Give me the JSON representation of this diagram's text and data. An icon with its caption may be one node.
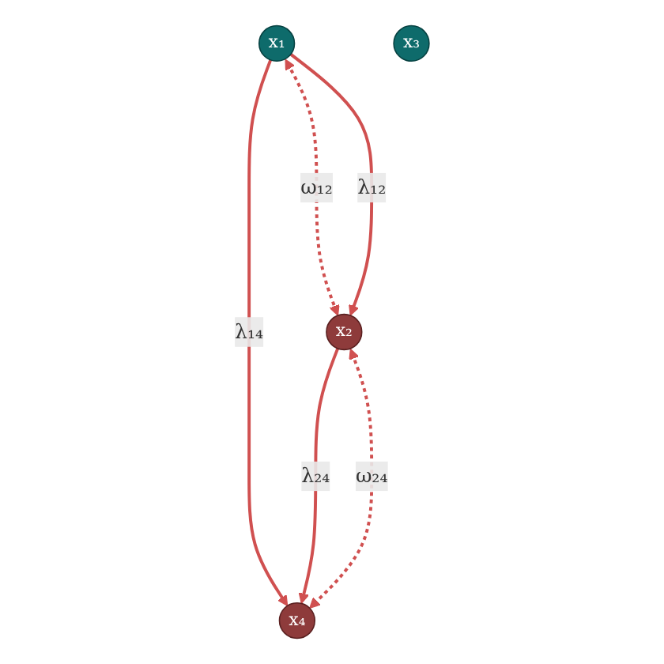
{
  "diagram": {
    "nodes": [
      {
        "text": [
          "x₁"
        ]
      },
      {
        "text": [
          "x₂"
        ]
      },
      {
        "text": [
          "x₃"
        ]
      },
      {
        "text": [
          "x₄"
        ]
      }
    ],
    "edges": [
      {
        "from": 0,
        "to": 1,
        "arrow": "both",
        "label": "ω₁₂",
        "style": "dashed"
      },
      {
        "from": 0,
        "to": 1,
        "arrow": "to",
        "label": "λ₁₂"
      },
      {
        "from": 0,
        "to": 3,
        "arrow": "to",
        "label": "λ₁₄"
      },
      {
        "from": 1,
        "to": 3,
        "arrow": "to",
        "label": "λ₂₄"
      },
      {
        "from": 1,
        "to": 3,
        "arrow": "both",
        "label": "ω₂₄",
        "style": "dashed"
      }
    ]
  }
}
